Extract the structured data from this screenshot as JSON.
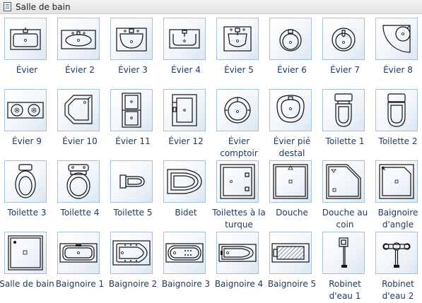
{
  "header": {
    "title": "Salle de bain"
  },
  "items": [
    {
      "label": "Évier",
      "icon": "evier-icon"
    },
    {
      "label": "Évier 2",
      "icon": "evier-2-icon"
    },
    {
      "label": "Évier 3",
      "icon": "evier-3-icon"
    },
    {
      "label": "Évier 4",
      "icon": "evier-4-icon"
    },
    {
      "label": "Évier 5",
      "icon": "evier-5-icon"
    },
    {
      "label": "Évier 6",
      "icon": "evier-6-icon"
    },
    {
      "label": "Évier 7",
      "icon": "evier-7-icon"
    },
    {
      "label": "Évier 8",
      "icon": "evier-8-icon"
    },
    {
      "label": "Évier 9",
      "icon": "evier-9-icon"
    },
    {
      "label": "Évier 10",
      "icon": "evier-10-icon"
    },
    {
      "label": "Évier 11",
      "icon": "evier-11-icon"
    },
    {
      "label": "Évier 12",
      "icon": "evier-12-icon"
    },
    {
      "label": "Évier comptoir",
      "icon": "evier-comptoir-icon"
    },
    {
      "label": "Évier pié destal",
      "icon": "evier-piedestal-icon"
    },
    {
      "label": "Toilette 1",
      "icon": "toilette-1-icon"
    },
    {
      "label": "Toilette 2",
      "icon": "toilette-2-icon"
    },
    {
      "label": "Toilette 3",
      "icon": "toilette-3-icon"
    },
    {
      "label": "Toilette 4",
      "icon": "toilette-4-icon"
    },
    {
      "label": "Toilette 5",
      "icon": "toilette-5-icon"
    },
    {
      "label": "Bidet",
      "icon": "bidet-icon"
    },
    {
      "label": "Toilettes à la turque",
      "icon": "toilettes-turque-icon"
    },
    {
      "label": "Douche",
      "icon": "douche-icon"
    },
    {
      "label": "Douche au coin",
      "icon": "douche-coin-icon"
    },
    {
      "label": "Baignoire d'angle",
      "icon": "baignoire-angle-icon"
    },
    {
      "label": "Salle de bain",
      "icon": "salle-de-bain-icon"
    },
    {
      "label": "Baignoire 1",
      "icon": "baignoire-1-icon"
    },
    {
      "label": "Baignoire 2",
      "icon": "baignoire-2-icon"
    },
    {
      "label": "Baignoire 3",
      "icon": "baignoire-3-icon"
    },
    {
      "label": "Baignoire 4",
      "icon": "baignoire-4-icon"
    },
    {
      "label": "Baignoire 5",
      "icon": "baignoire-5-icon"
    },
    {
      "label": "Robinet d'eau 1",
      "icon": "robinet-1-icon"
    },
    {
      "label": "Robinet d'eau 2",
      "icon": "robinet-2-icon"
    }
  ]
}
